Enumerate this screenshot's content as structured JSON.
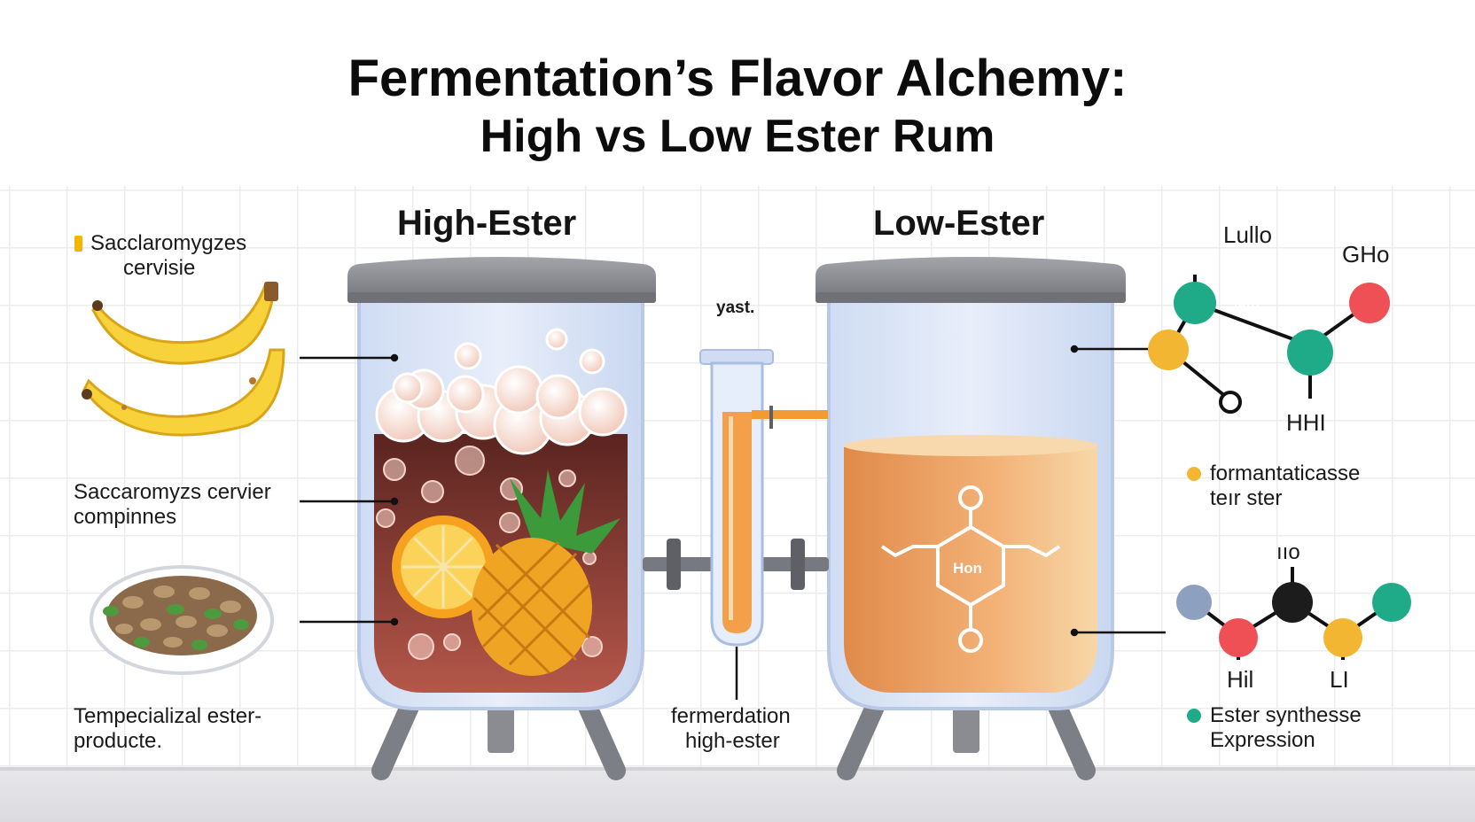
{
  "title_line1": "Fermentation’s Flavor Alchemy:",
  "title_line2": "High vs Low Ester Rum",
  "high_ester": "High-Ester",
  "low_ester": "Low-Ester",
  "left_labels": {
    "yeast_line1": "Sacclaromygzes",
    "yeast_line2": "cervisie",
    "compounds_line1": "Saccaromyzs cervier",
    "compounds_line2": "compinnes",
    "products_line1": "Tempecializal ester-",
    "products_line2": "producte."
  },
  "center_labels": {
    "yeast_tube": "yast.",
    "fermentation_line1": "fermerdation",
    "fermentation_line2": "high-ester",
    "ring_label": "Hon"
  },
  "right_labels": {
    "mol1_top": "Lullo",
    "mol1_right": "GHo",
    "mol1_center": "lum",
    "mol1_bottom": "HHI",
    "legend1_line1": "formantaticasse",
    "legend1_line2": "teır ster",
    "mol2_top": "ııo",
    "mol2_left": "Hil",
    "mol2_right": "LI",
    "legend2_line1": "Ester synthesse",
    "legend2_line2": "Expression"
  },
  "colors": {
    "dark_liquid": "#6e3128",
    "amber_liquid": "#f0a865",
    "tank_glass": "#dfe9f8",
    "lid": "#8d8f96",
    "teal_atom": "#1faa88",
    "red_atom": "#ee5055",
    "yellow_atom": "#f2b632",
    "dark_atom": "#1c1c1c",
    "gray_atom": "#8da0c0",
    "legend_yellow": "#f2b632",
    "legend_teal": "#1faa88"
  },
  "icons": [
    "banana-icon",
    "dish-icon",
    "orange-slice-icon",
    "pineapple-icon",
    "test-tube-icon",
    "molecule-icon"
  ]
}
